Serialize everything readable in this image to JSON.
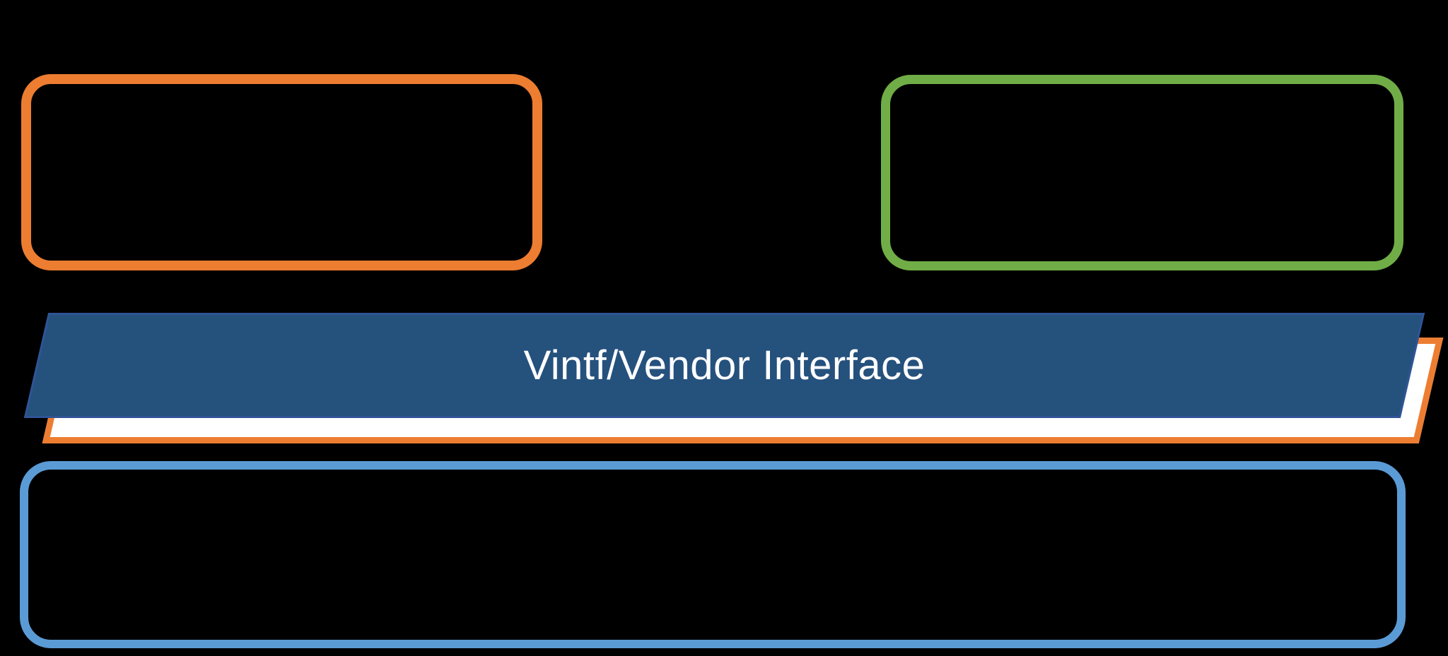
{
  "banner": {
    "label": "Vintf/Vendor Interface"
  },
  "boxes": {
    "top_left": {
      "name": "orange-outline-box",
      "text": ""
    },
    "top_right": {
      "name": "green-outline-box",
      "text": ""
    },
    "bottom": {
      "name": "blue-outline-box",
      "text": ""
    }
  },
  "colors": {
    "background": "#000000",
    "orange_outline": "#ED7D31",
    "green_outline": "#70AD47",
    "blue_outline": "#5B9BD5",
    "banner_fill": "#25517D",
    "banner_border": "#2F5496",
    "banner_shadow_fill": "#FFFFFF",
    "banner_shadow_border": "#ED7D31",
    "banner_text_color": "#FFFFFF"
  }
}
